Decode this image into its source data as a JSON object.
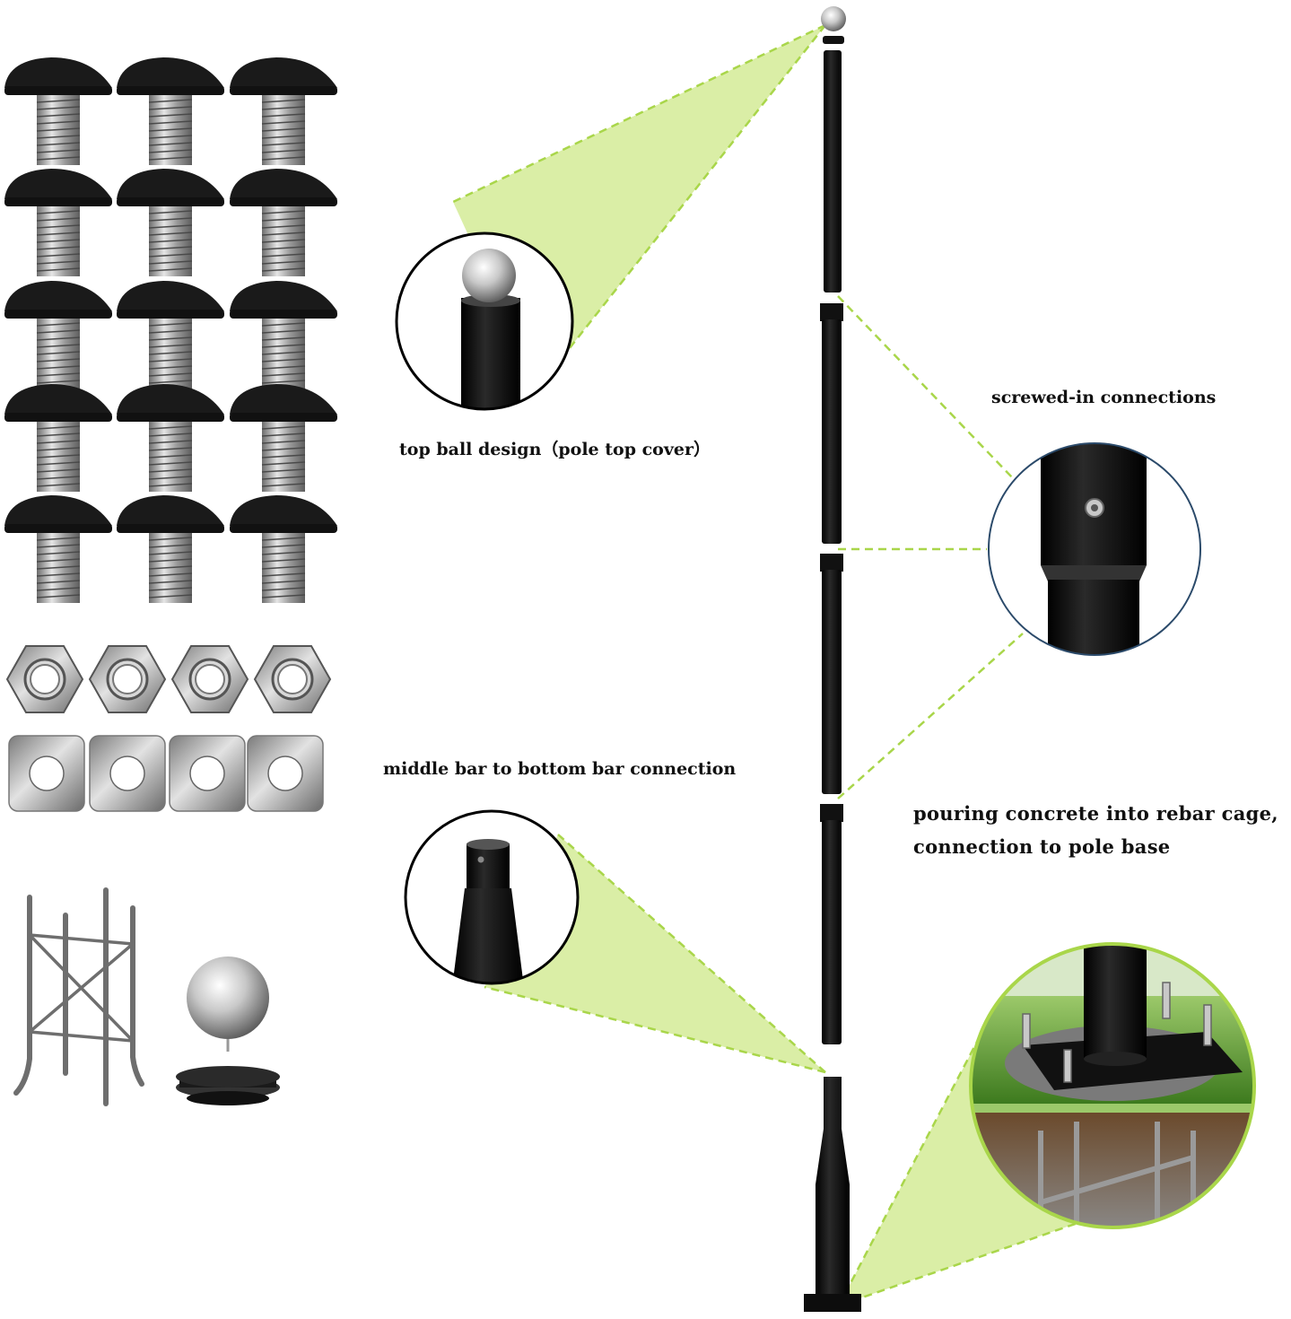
{
  "labels": {
    "top_ball": "top ball design（pole top cover）",
    "screwed": "screwed-in connections",
    "middle_bottom": "middle bar to bottom bar connection",
    "concrete_line1": "pouring concrete into rebar cage,",
    "concrete_line2": "connection to pole base"
  },
  "hardware": {
    "bolt_rows": 5,
    "bolt_cols": 3,
    "nut_count": 4,
    "washer_count": 4
  },
  "colors": {
    "accent_green": "#a9d64a",
    "accent_green_fill": "#d6ec9c",
    "pole": "#111111",
    "metal": "#b8b8b8",
    "grass": "#4f8f2a"
  },
  "icons": [
    "bolt-icon",
    "nut-icon",
    "washer-icon",
    "rebar-cage-icon",
    "ball-topper-icon",
    "pole-icon"
  ]
}
